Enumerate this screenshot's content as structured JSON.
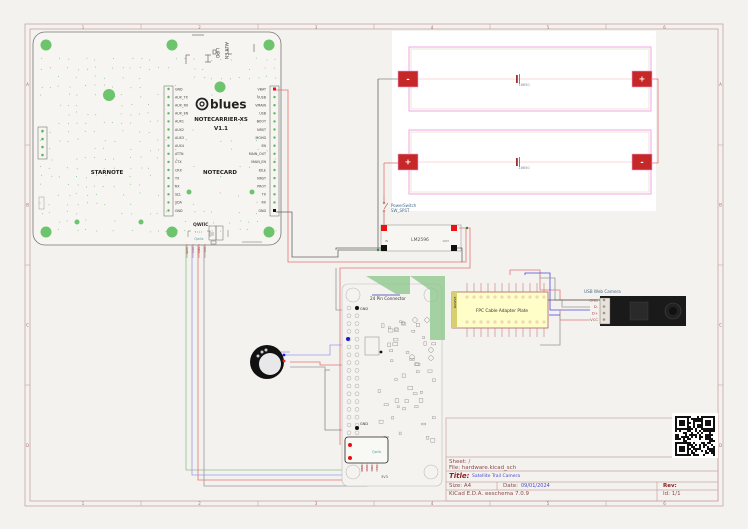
{
  "sheet": {
    "columns": [
      "1",
      "2",
      "3",
      "4",
      "5",
      "6"
    ],
    "rows": [
      "A",
      "B",
      "C",
      "D"
    ]
  },
  "notecarrier": {
    "brand": "blues",
    "model": "NOTECARRIER-XS",
    "version": "V1.1",
    "left_label": "STARNOTE",
    "right_label": "NOTECARD",
    "qwiic_label": "QWIIC",
    "qwiic_sub": "Qwiic",
    "top_labels": [
      "LIPO",
      "AUX EN"
    ],
    "left_pins": [
      "GND",
      "AUX_TX",
      "AUX_RX",
      "AUX_EN",
      "AUX1",
      "AUX2",
      "AUX3",
      "AUX4",
      "ATTN",
      "CTX",
      "CRX",
      "TX",
      "RX",
      "SCL",
      "SDA",
      "GND"
    ],
    "right_pins": [
      "VBAT",
      "VUSB",
      "VMAIN",
      "USB",
      "BOOT",
      "NRST",
      "MOHD",
      "EN",
      "MAIN_OUT",
      "MAIN_EN",
      "IDLE",
      "NRST",
      "PROT",
      "TX",
      "RX",
      "GND"
    ],
    "qwiic_pins": [
      "GND",
      "VCC",
      "SDA",
      "SCL"
    ]
  },
  "batteries": [
    {
      "label": "18650",
      "left_terminal": "-",
      "right_terminal": "+"
    },
    {
      "label": "18650",
      "left_terminal": "+",
      "right_terminal": "-"
    }
  ],
  "switch": {
    "name": "PowerSwitch",
    "type": "SW_SPST"
  },
  "regulator": {
    "name": "LM2596",
    "in_label": "IN",
    "out_label": "OUT"
  },
  "pi_board": {
    "connector_label": "24 Pin Connector",
    "gnd_labels": [
      "GND",
      "GND"
    ],
    "qwiic_label": "Qwiic",
    "qwiic_pins": [
      "GND",
      "VCC",
      "SDA",
      "SCL"
    ],
    "extra_label": "3V3"
  },
  "fpc": {
    "label": "FPC Cable Adapter Plate",
    "side_label": "RASP24"
  },
  "camera": {
    "label": "USB Web Camera",
    "pins": [
      "GND",
      "D-",
      "D+",
      "VCC"
    ]
  },
  "title_block": {
    "sheet": "Sheet: /",
    "file": "File: hardware.kicad_sch",
    "title_label": "Title:",
    "title": "Satellite Trail Camera",
    "size": "Size: A4",
    "date_label": "Date:",
    "date": "09/01/2024",
    "rev_label": "Rev:",
    "tool": "KiCad E.D.A.  eeschema 7.0.9",
    "id": "Id: 1/1"
  },
  "colors": {
    "border": "#c8a0a0",
    "wire_red": "#e06060",
    "wire_blue": "#4a4ae0",
    "wire_green": "#60b060",
    "wire_gray": "#707070",
    "pad_red": "#d03030",
    "dot_green": "#7ccc7c"
  }
}
